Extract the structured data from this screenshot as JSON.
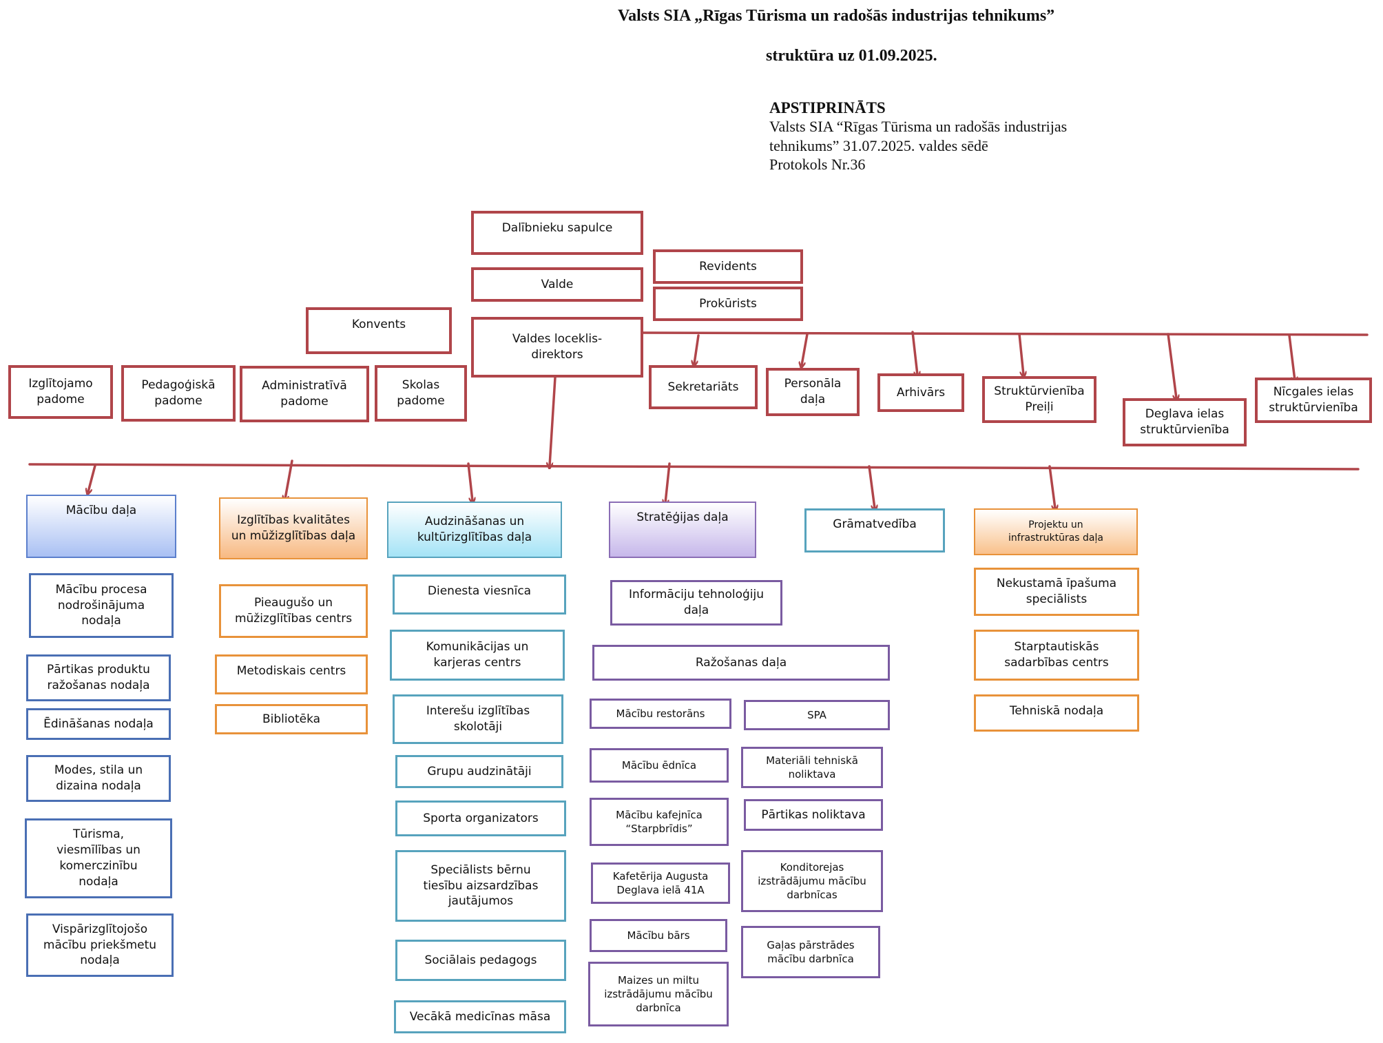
{
  "header": {
    "title_line1": "Valsts SIA „Rīgas Tūrisma un radošās industrijas tehnikums”",
    "title_line2": "struktūra uz 01.09.2025.",
    "approved_label": "APSTIPRINĀTS",
    "approved_line1": "Valsts SIA “Rīgas Tūrisma un radošās industrijas",
    "approved_line2": "tehnikums” 31.07.2025. valdes sēdē",
    "approved_line3": "Protokols Nr.36"
  },
  "governance": {
    "dalibnieku_sapulce": "Dalībnieku sapulce",
    "valde": "Valde",
    "revidents": "Revidents",
    "prokurists": "Prokūrists",
    "konvents": "Konvents",
    "valdes_loceklis": "Valdes loceklis-direktors"
  },
  "councils": [
    "Izglītojamo padome",
    "Pedagoģiskā padome",
    "Administratīvā padome",
    "Skolas padome"
  ],
  "direct_units": [
    "Sekretariāts",
    "Personāla daļa",
    "Arhivārs",
    "Struktūrvienība Preiļi",
    "Deglava ielas struktūrvienība",
    "Nīcgales ielas struktūrvienība"
  ],
  "departments": {
    "macibu": {
      "title": "Mācību daļa",
      "items": [
        "Mācību procesa nodrošinājuma nodaļa",
        "Pārtikas produktu ražošanas nodaļa",
        "Ēdināšanas nodaļa",
        "Modes, stila un dizaina nodaļa",
        "Tūrisma, viesmīlības un komerczinību nodaļa",
        "Vispārizglītojošo mācību priekšmetu nodaļa"
      ]
    },
    "kvalitates": {
      "title": "Izglītības kvalitātes un mūžizglītības daļa",
      "items": [
        "Pieaugušo un mūžizglītības centrs",
        "Metodiskais centrs",
        "Bibliotēka"
      ]
    },
    "audzinasanas": {
      "title": "Audzināšanas un kultūrizglītības daļa",
      "items": [
        "Dienesta viesnīca",
        "Komunikācijas un karjeras centrs",
        "Interešu izglītības skolotāji",
        "Grupu audzinātāji",
        "Sporta organizators",
        "Speciālists bērnu tiesību aizsardzības jautājumos",
        "Sociālais pedagogs",
        "Vecākā medicīnas māsa"
      ]
    },
    "strategijas": {
      "title": "Stratēģijas daļa",
      "it": "Informāciju tehnoloģiju daļa",
      "razosanas": "Ražošanas daļa",
      "left_items": [
        "Mācību restorāns",
        "Mācību ēdnīca",
        "Mācību kafejnīca “Starpbrīdis”",
        "Kafetērija Augusta Deglava ielā 41A",
        "Mācību bārs",
        "Maizes un miltu izstrādājumu mācību darbnīca"
      ],
      "right_items": [
        "SPA",
        "Materiāli tehniskā noliktava",
        "Pārtikas noliktava",
        "Konditorejas izstrādājumu mācību darbnīcas",
        "Gaļas pārstrādes mācību darbnīca"
      ]
    },
    "gramatvediba": {
      "title": "Grāmatvedība"
    },
    "projektu": {
      "title": "Projektu un infrastruktūras daļa",
      "items": [
        "Nekustamā īpašuma speciālists",
        "Starptautiskās sadarbības centrs",
        "Tehniskā nodaļa"
      ]
    }
  },
  "colors": {
    "governance_border": "#b0454a",
    "arrow": "#b0454a",
    "macibu": "#4a6fb4",
    "kvalitates": "#e8923a",
    "audzinasanas": "#57a3bd",
    "strategijas": "#7a5ba1",
    "projektu": "#e8923a"
  }
}
